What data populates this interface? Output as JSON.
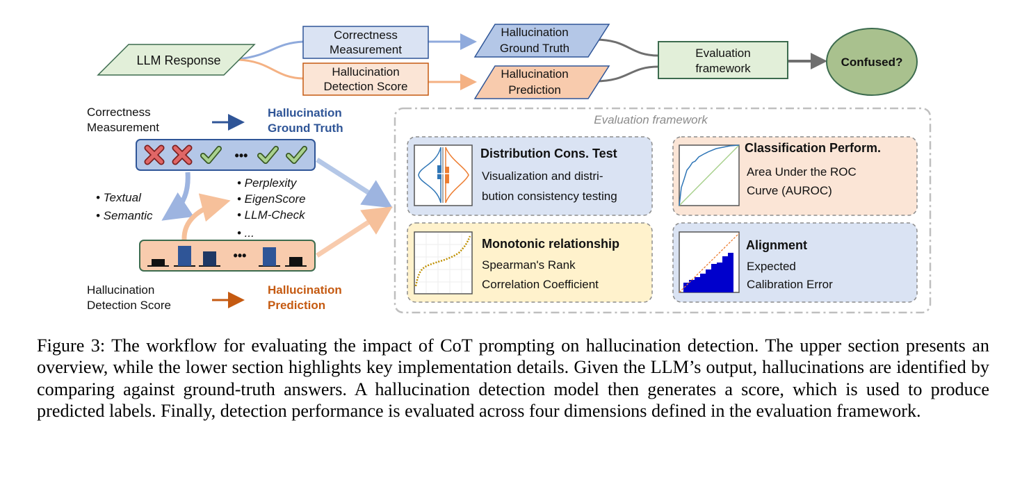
{
  "overview": {
    "llm_response": "LLM Response",
    "correctness_measurement": [
      "Correctness",
      "Measurement"
    ],
    "hallucination_detection_score": [
      "Hallucination",
      "Detection Score"
    ],
    "hallucination_ground_truth": [
      "Hallucination",
      "Ground Truth"
    ],
    "hallucination_prediction": [
      "Hallucination",
      "Prediction"
    ],
    "evaluation_framework": [
      "Evaluation",
      "framework"
    ],
    "confused": "Confused?"
  },
  "details": {
    "correctness_measurement": [
      "Correctness",
      "Measurement"
    ],
    "hallucination_ground_truth": [
      "Hallucination",
      "Ground Truth"
    ],
    "hallucination_detection_score": [
      "Hallucination",
      "Detection Score"
    ],
    "hallucination_prediction": [
      "Hallucination",
      "Prediction"
    ],
    "ellipsis": "•••",
    "measurement_types": [
      "• Textual",
      "• Semantic"
    ],
    "score_methods": [
      "• Perplexity",
      "• EigenScore",
      "• LLM-Check",
      "• ..."
    ]
  },
  "framework": {
    "title": "Evaluation framework",
    "panels": [
      {
        "title": "Distribution Cons. Test",
        "desc": [
          "Visualization and distri-",
          "bution consistency testing"
        ]
      },
      {
        "title": "Classification Perform.",
        "desc": [
          "Area Under the ROC",
          "Curve (AUROC)"
        ]
      },
      {
        "title": "Monotonic relationship",
        "desc": [
          "Spearman's Rank",
          "Correlation Coefficient"
        ]
      },
      {
        "title": "Alignment",
        "desc": [
          "Expected",
          "Calibration Error"
        ]
      }
    ]
  },
  "caption": [
    "Figure 3: The workflow for evaluating the impact of CoT prompting on hallucination detection. The upper section presents an overview, while the lower section highlights key implementation details. Given the LLM’s output, hallucinations are identified by comparing against ground-truth answers. A hallucination detection model then generates a score, which is used to produce predicted labels. Finally, detection performance is evaluated across four dimensions defined in the evaluation framework."
  ],
  "colors": {
    "green_fill": "#e2efd9",
    "green_stroke": "#3c6b4e",
    "blue_fill": "#dae3f3",
    "blue_dark": "#2f5597",
    "blue_mid": "#8faadc",
    "orange_fill": "#fbe5d6",
    "orange_dark": "#c55a11",
    "orange_mid": "#f4b183",
    "check_green": "#a9d18e",
    "cross_red": "#e06666"
  }
}
